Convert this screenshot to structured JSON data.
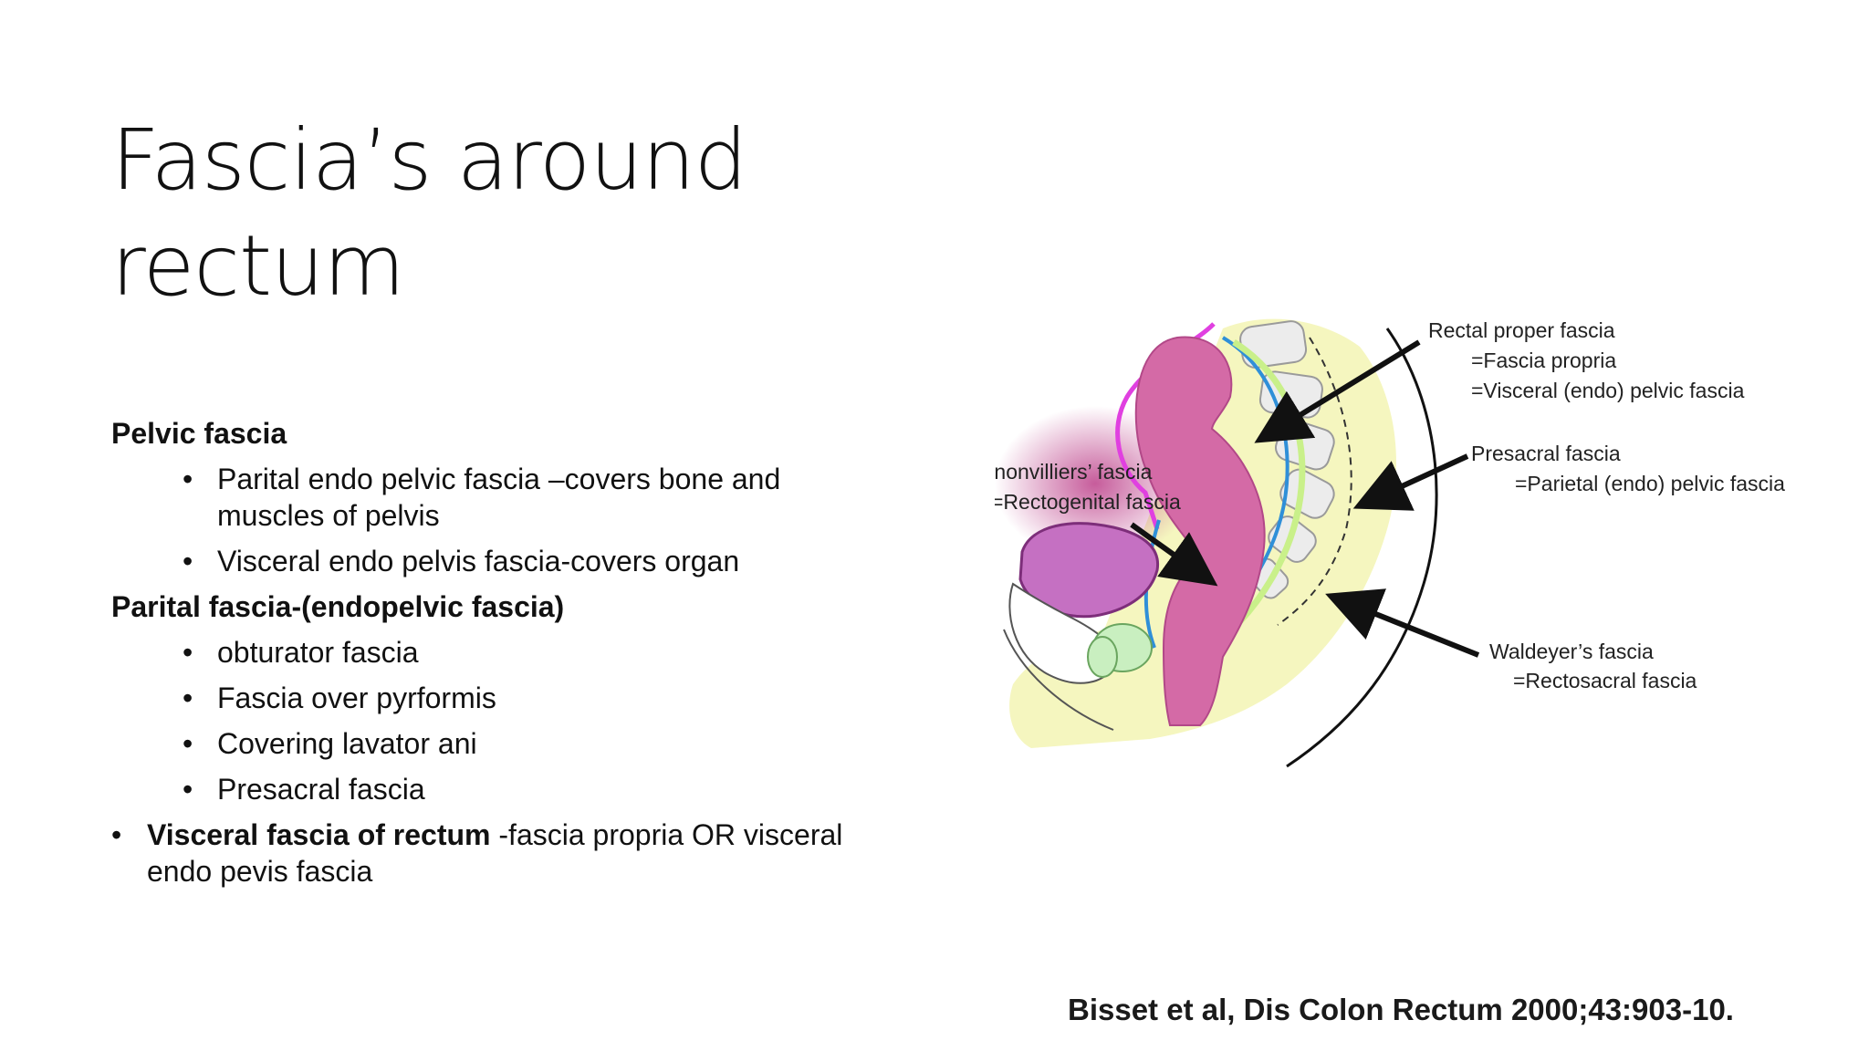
{
  "slide": {
    "title_line1": "Fascia’s around",
    "title_line2": "rectum",
    "sections": [
      {
        "heading": "Pelvic fascia",
        "items": [
          "Parital endo pelvic fascia –covers bone and muscles of pelvis",
          "Visceral endo pelvis fascia-covers organ"
        ]
      },
      {
        "heading": "Parital fascia-(endopelvic fascia)",
        "items": [
          "obturator fascia",
          "Fascia over pyrformis",
          "Covering lavator ani",
          "Presacral fascia"
        ]
      }
    ],
    "final_bullet_bold": "Visceral fascia of rectum",
    "final_bullet_text": " -fascia propria  OR visceral endo pevis fascia",
    "citation": "Bisset et al, Dis Colon Rectum 2000;43:903-10."
  },
  "figure": {
    "labels": {
      "rectal_proper_1": "Rectal proper fascia",
      "rectal_proper_2": "=Fascia propria",
      "rectal_proper_3": "=Visceral (endo) pelvic fascia",
      "presacral_1": "Presacral fascia",
      "presacral_2": "=Parietal (endo) pelvic fascia",
      "denon_1": "Denonvilliers’ fascia",
      "denon_2": "=Rectogenital fascia",
      "waldeyer_1": "Waldeyer’s fascia",
      "waldeyer_2": "=Rectosacral fascia"
    },
    "colors": {
      "rectum": "#d46aa6",
      "sacrum_region": "#f4f5b8",
      "fascia_blue": "#2f8fd8",
      "fascia_magenta": "#e040e0",
      "prostate": "#c9efc0",
      "arrow": "#111111"
    }
  }
}
